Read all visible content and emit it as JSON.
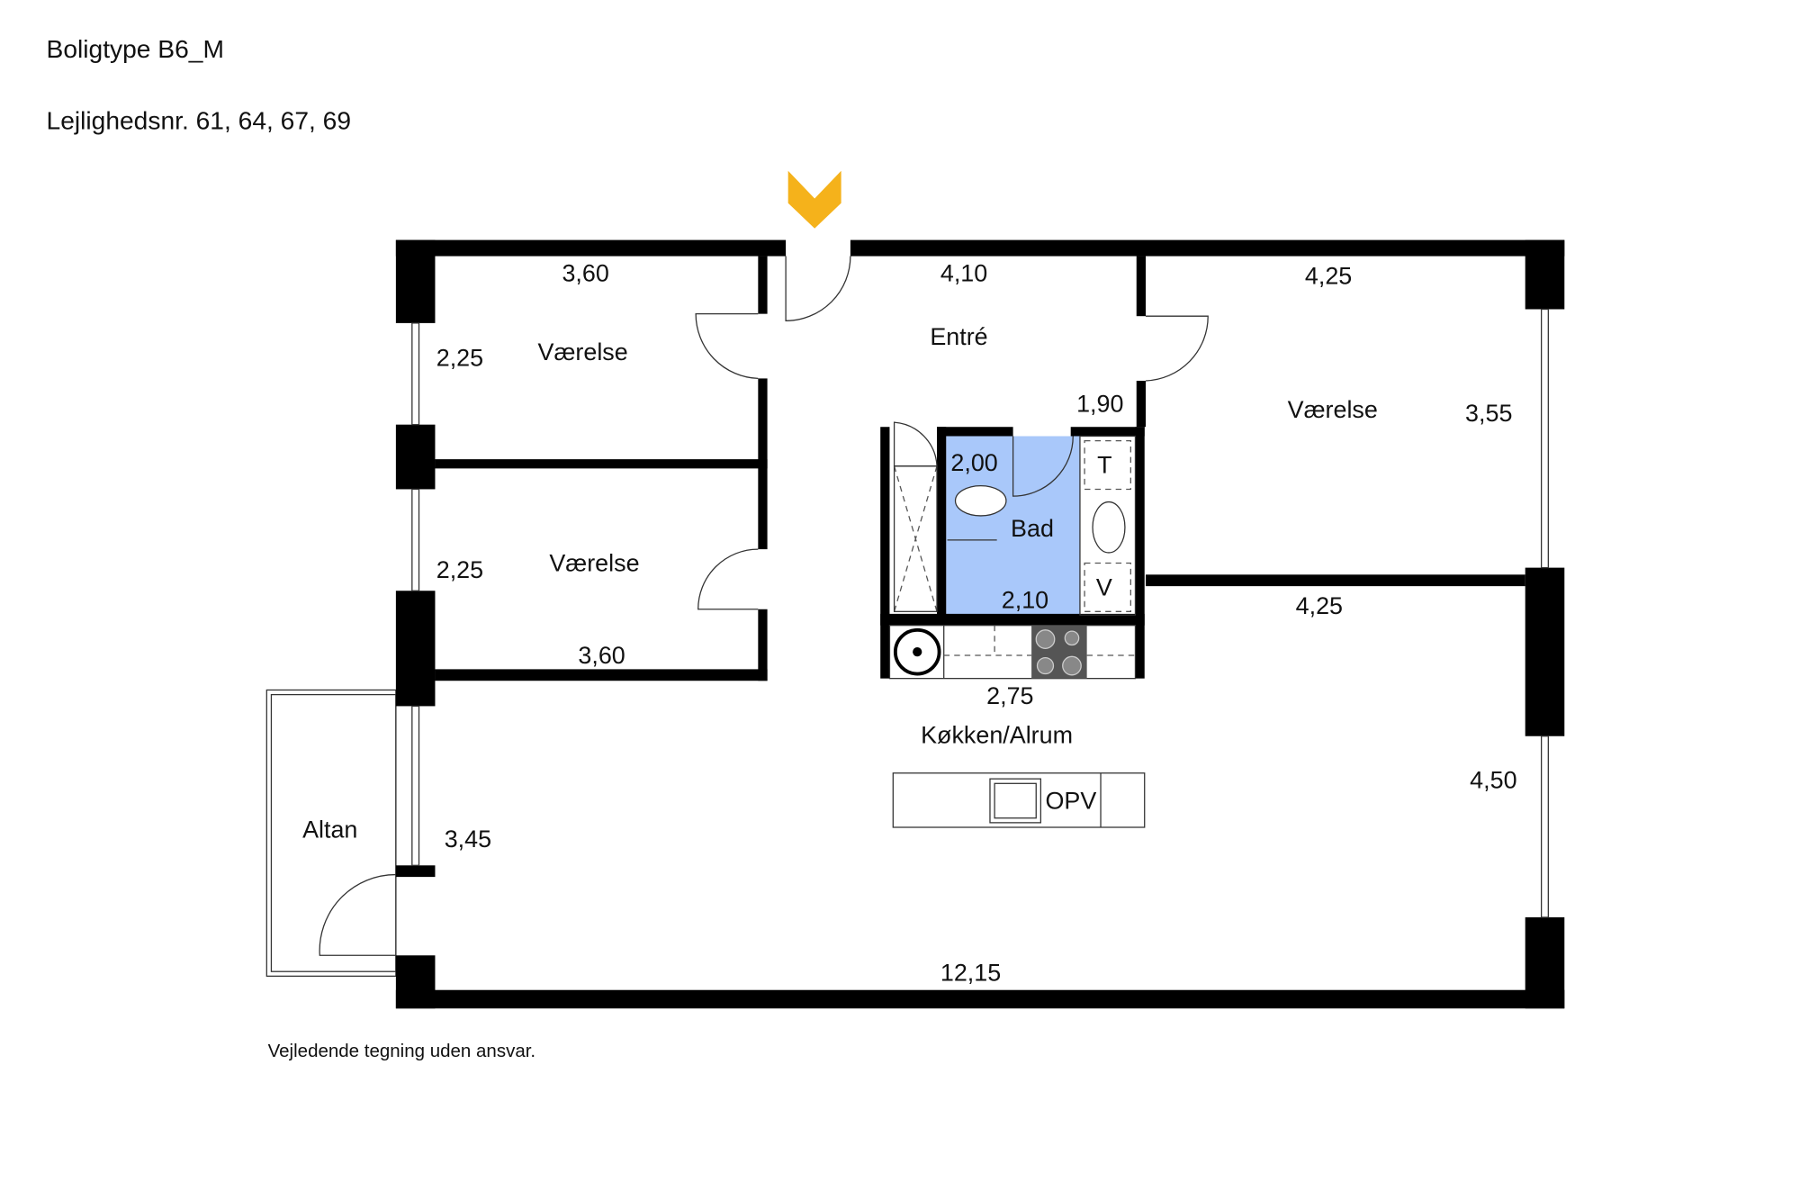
{
  "header": {
    "type": "Boligtype B6_M",
    "apartments": "Lejlighedsnr. 61, 64, 67, 69"
  },
  "colors": {
    "entrance_marker": "#F5B21B",
    "bath": "#A9C8FA",
    "wall": "#000000"
  },
  "rooms": {
    "room1": {
      "name": "Værelse",
      "width": "3,60",
      "depth": "2,25"
    },
    "room2": {
      "name": "Værelse",
      "width": "3,60",
      "depth": "2,25"
    },
    "entre": {
      "name": "Entré",
      "width": "4,10",
      "depth": "1,90"
    },
    "room3": {
      "name": "Værelse",
      "width_top": "4,25",
      "depth": "3,55",
      "width_bottom": "4,25"
    },
    "bath": {
      "name": "Bad",
      "width": "2,00",
      "depth": "2,10",
      "dryer": "T",
      "washer": "V"
    },
    "kitchen": {
      "name": "Køkken/Alrum",
      "counter": "2,75",
      "dishwasher": "OPV",
      "depth_left": "3,45",
      "depth_right": "4,50",
      "width": "12,15"
    },
    "altan": {
      "name": "Altan"
    }
  },
  "footer": {
    "disclaimer": "Vejledende tegning uden ansvar."
  }
}
